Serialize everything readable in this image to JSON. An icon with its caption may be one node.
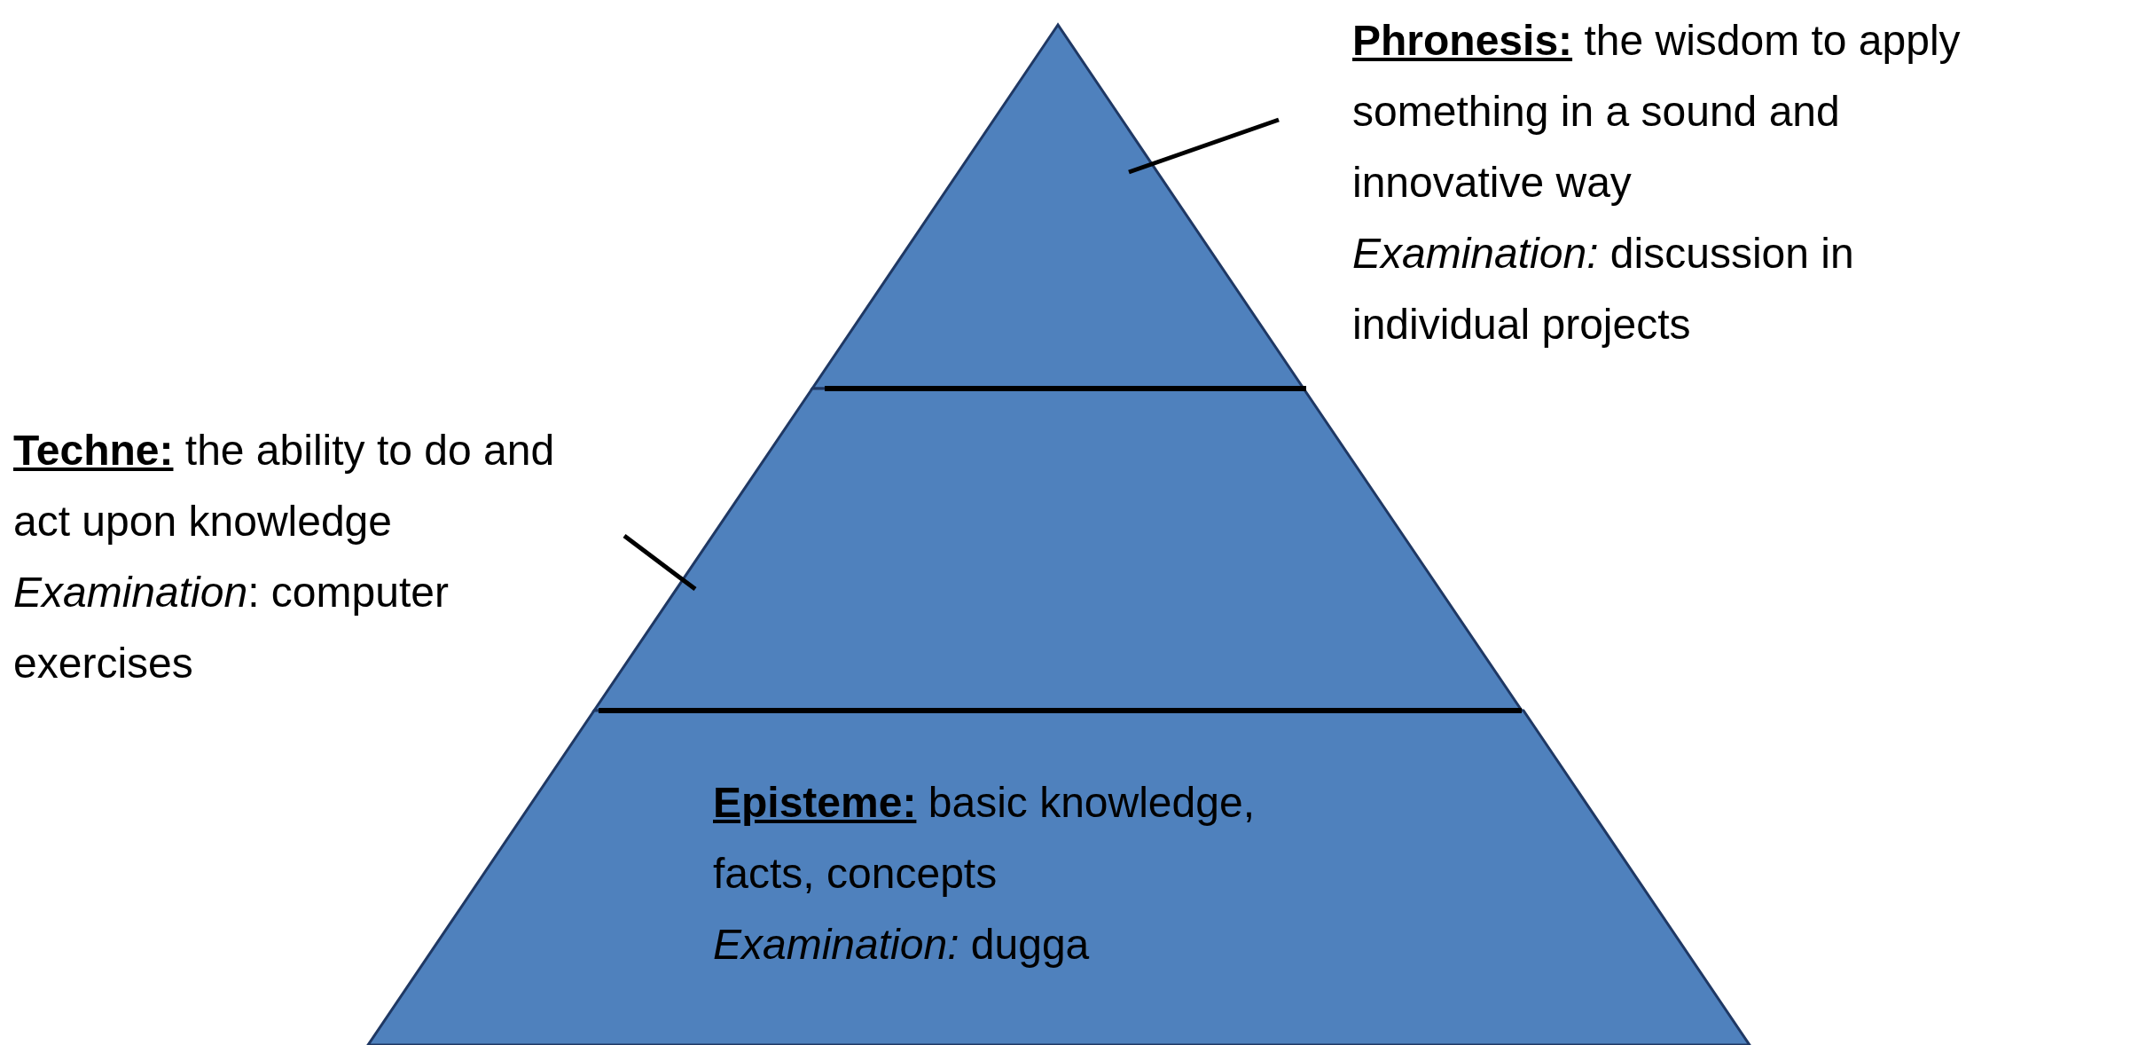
{
  "diagram": {
    "nodes": [
      {
        "text": [
          "**Phronesis:** the wisdom to apply something in a sound and innovative way",
          "*Examination:* discussion in individual projects"
        ]
      },
      {
        "text": [],
        "shape": "triangle"
      },
      {
        "text": [
          "**Techne:** the ability to do and act upon knowledge",
          "*Examination*: computer exercises"
        ]
      },
      {
        "text": [],
        "shape": "trapezoid"
      },
      {
        "text": [
          "**Episteme:** basic knowledge, facts, concepts",
          "*Examination:* dugga"
        ]
      }
    ],
    "edges": [
      {
        "from": 0,
        "to": 1,
        "arrow": "none"
      },
      {
        "from": 2,
        "to": 3,
        "arrow": "none"
      }
    ]
  }
}
